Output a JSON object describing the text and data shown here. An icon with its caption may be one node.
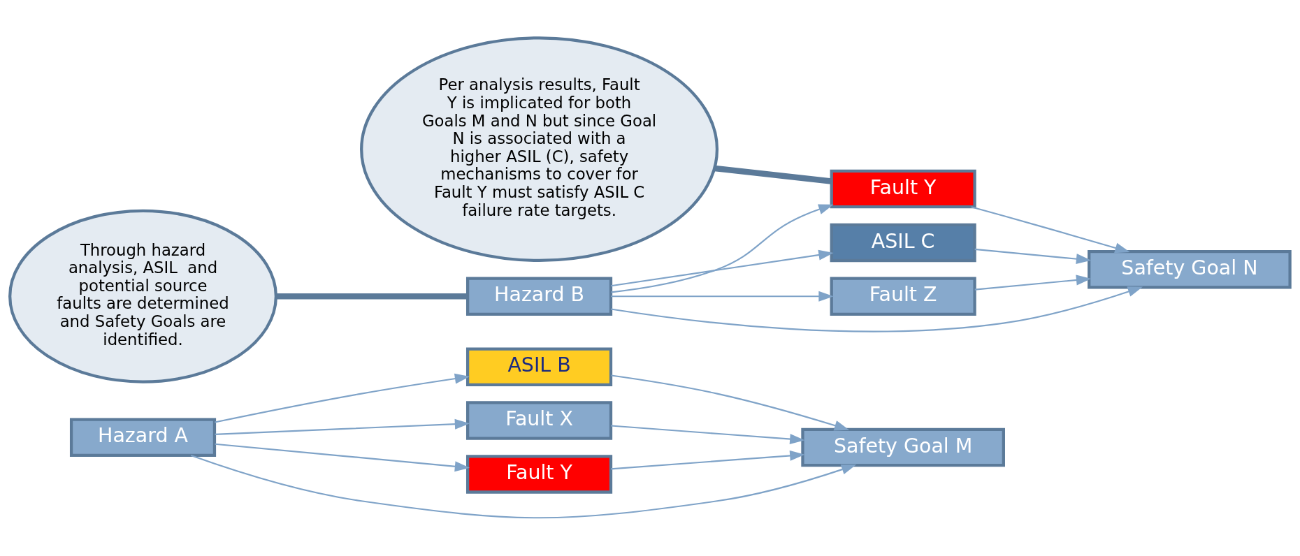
{
  "diagram": {
    "nodes": [
      {
        "text": [
          "Hazard A"
        ]
      },
      {
        "text": [
          "ASIL B"
        ]
      },
      {
        "text": [
          "Fault X"
        ]
      },
      {
        "text": [
          "Fault Y"
        ]
      },
      {
        "text": [
          "Safety Goal M"
        ]
      },
      {
        "text": [
          "Hazard B"
        ]
      },
      {
        "text": [
          "ASIL C"
        ]
      },
      {
        "text": [
          "Fault Y"
        ]
      },
      {
        "text": [
          "Fault Z"
        ]
      },
      {
        "text": [
          "Safety Goal N"
        ]
      },
      {
        "text": [
          "Through hazard analysis, ASIL  and potential source faults are determined and Safety Goals are identified."
        ]
      },
      {
        "text": [
          "Per analysis results, Fault Y is implicated for both Goals M and N but since Goal N is associated with a higher ASIL (C), safety mechanisms to cover for Fault Y must satisfy ASIL C failure rate targets."
        ]
      }
    ],
    "edges": [
      {
        "from": 0,
        "to": 4,
        "arrow": "to"
      },
      {
        "from": 0,
        "to": 1,
        "arrow": "to"
      },
      {
        "from": 0,
        "to": 2,
        "arrow": "to"
      },
      {
        "from": 0,
        "to": 3,
        "arrow": "to"
      },
      {
        "from": 1,
        "to": 4,
        "arrow": "to"
      },
      {
        "from": 2,
        "to": 4,
        "arrow": "to"
      },
      {
        "from": 3,
        "to": 4,
        "arrow": "to"
      },
      {
        "from": 5,
        "to": 9,
        "arrow": "to"
      },
      {
        "from": 5,
        "to": 6,
        "arrow": "to"
      },
      {
        "from": 5,
        "to": 7,
        "arrow": "to"
      },
      {
        "from": 5,
        "to": 8,
        "arrow": "to"
      },
      {
        "from": 6,
        "to": 9,
        "arrow": "to"
      },
      {
        "from": 7,
        "to": 9,
        "arrow": "to"
      },
      {
        "from": 8,
        "to": 9,
        "arrow": "to"
      },
      {
        "from": 10,
        "to": 5,
        "arrow": "none",
        "style": "thick",
        "color": "#5b7a99"
      },
      {
        "from": 11,
        "to": 7,
        "arrow": "none",
        "style": "thick",
        "color": "#5b7a99"
      }
    ]
  }
}
